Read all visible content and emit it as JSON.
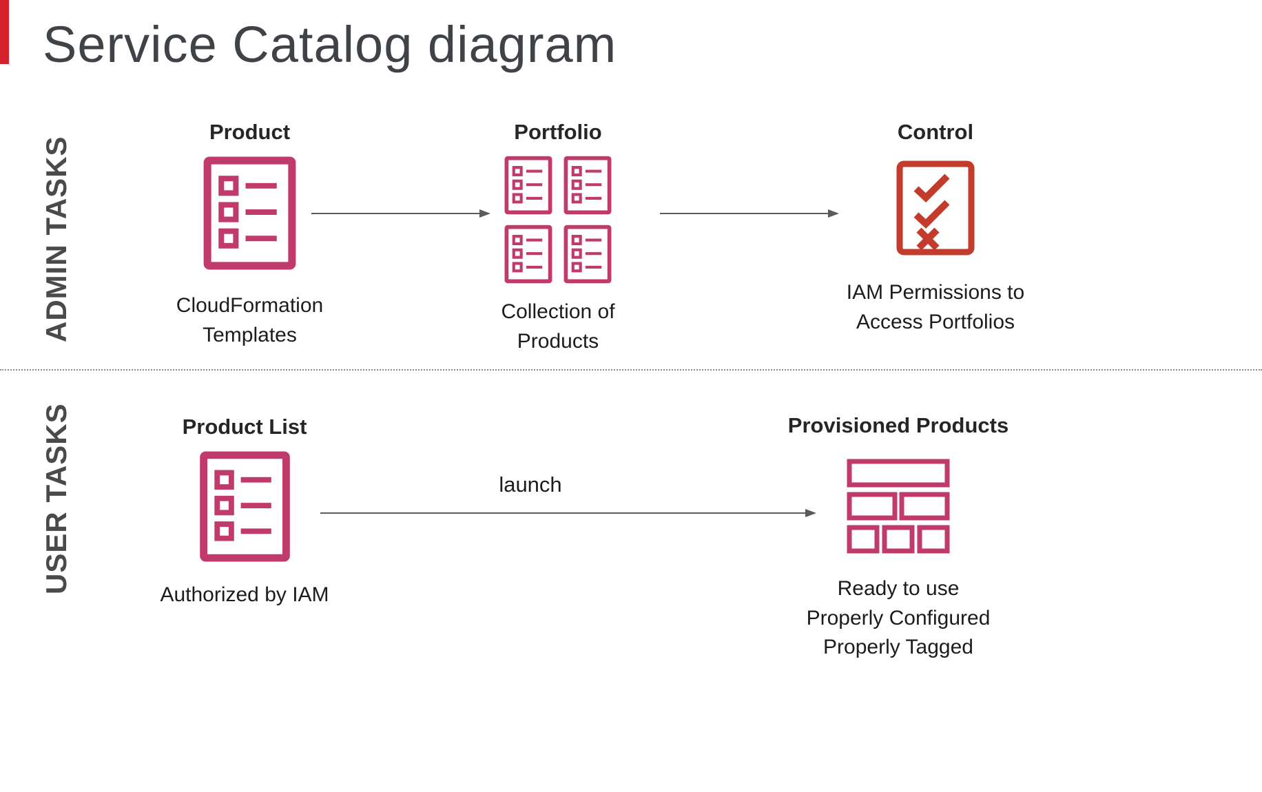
{
  "title": "Service Catalog diagram",
  "colors": {
    "magenta": "#C13A6C",
    "red": "#C33B2B",
    "accent": "#D7222C",
    "arrow": "#5A5A5A",
    "heading": "#3F4347",
    "section": "#4A4A4A",
    "label": "#262626",
    "caption": "#1C1C1C"
  },
  "admin": {
    "section_label": "ADMIN TASKS",
    "product": {
      "label": "Product",
      "caption": "CloudFormation\nTemplates"
    },
    "portfolio": {
      "label": "Portfolio",
      "caption": "Collection of Products"
    },
    "control": {
      "label": "Control",
      "caption": "IAM Permissions to\nAccess Portfolios"
    }
  },
  "user": {
    "section_label": "USER TASKS",
    "product_list": {
      "label": "Product List",
      "caption": "Authorized by IAM"
    },
    "launch_label": "launch",
    "provisioned": {
      "label": "Provisioned Products",
      "caption": "Ready to use\nProperly Configured\nProperly Tagged"
    }
  },
  "icons": {
    "product": "list-icon",
    "portfolio": "list-grid-icon",
    "control": "checklist-icon",
    "product_list": "list-icon",
    "provisioned": "blocks-icon"
  }
}
